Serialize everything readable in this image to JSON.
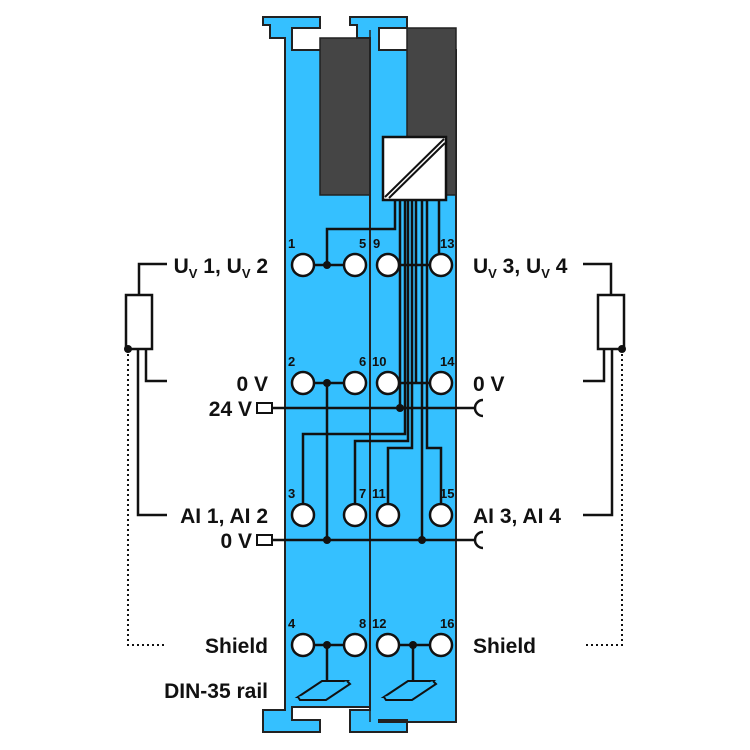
{
  "colors": {
    "module_blue": "#35c0ff",
    "module_dark": "#454545",
    "wire": "#111111"
  },
  "left_labels": {
    "supply": {
      "main1": "U",
      "sub1": "V",
      "mid": " 1, U",
      "sub2": "V",
      "end": " 2"
    },
    "zero_v": "0 V",
    "v24": "24 V",
    "ai": "AI 1, AI 2",
    "zero_v_bus": "0 V",
    "shield": "Shield",
    "din_rail": "DIN-35 rail"
  },
  "right_labels": {
    "supply": {
      "main1": "U",
      "sub1": "V",
      "mid": " 3, U",
      "sub2": "V",
      "end": " 4"
    },
    "zero_v": "0 V",
    "ai": "AI 3, AI 4",
    "shield": "Shield"
  },
  "terminals": [
    "1",
    "5",
    "9",
    "13",
    "2",
    "6",
    "10",
    "14",
    "3",
    "7",
    "11",
    "15",
    "4",
    "8",
    "12",
    "16"
  ],
  "icons": [
    "signal-converter-icon",
    "din-rail-icon",
    "resistor-icon"
  ]
}
